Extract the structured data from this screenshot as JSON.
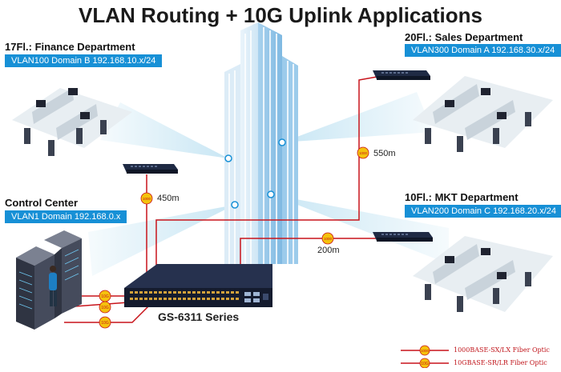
{
  "title": "VLAN Routing + 10G Uplink Applications",
  "departments": {
    "finance": {
      "name": "17Fl.: Finance Department",
      "vlan": "VLAN100 Domain B 192.168.10.x/24",
      "distance": "450m"
    },
    "sales": {
      "name": "20Fl.: Sales Department",
      "vlan": "VLAN300 Domain A 192.168.30.x/24",
      "distance": "550m"
    },
    "control": {
      "name": "Control Center",
      "vlan": "VLAN1 Domain 192.168.0.x"
    },
    "mkt": {
      "name": "10Fl.: MKT Department",
      "vlan": "VLAN200 Domain C 192.168.20.x/24",
      "distance": "200m"
    }
  },
  "core_switch": {
    "model": "GS-6311 Series"
  },
  "fiber_badges": {
    "gigabit": "1000",
    "tengig": "10G"
  },
  "legend": {
    "items": [
      {
        "label": "1000BASE-SX/LX Fiber Optic",
        "badge": "1000"
      },
      {
        "label": "10GBASE-SR/LR Fiber Optic",
        "badge": "10G"
      }
    ]
  },
  "colors": {
    "fiber": "#c8141b",
    "badge": "#f4c20d",
    "vlan_tag": "#1790d6",
    "beam": "#bfe2f2"
  }
}
